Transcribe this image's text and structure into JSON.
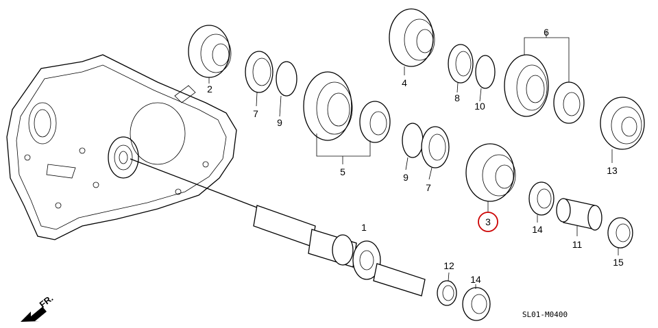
{
  "diagram": {
    "parts": [
      {
        "id": "label-1",
        "text": "1"
      },
      {
        "id": "label-2",
        "text": "2"
      },
      {
        "id": "label-3",
        "text": "3",
        "highlight": true
      },
      {
        "id": "label-4",
        "text": "4"
      },
      {
        "id": "label-5",
        "text": "5"
      },
      {
        "id": "label-6",
        "text": "6"
      },
      {
        "id": "label-7a",
        "text": "7"
      },
      {
        "id": "label-7b",
        "text": "7"
      },
      {
        "id": "label-8",
        "text": "8"
      },
      {
        "id": "label-9a",
        "text": "9"
      },
      {
        "id": "label-9b",
        "text": "9"
      },
      {
        "id": "label-10",
        "text": "10"
      },
      {
        "id": "label-11",
        "text": "11"
      },
      {
        "id": "label-12",
        "text": "12"
      },
      {
        "id": "label-13",
        "text": "13"
      },
      {
        "id": "label-14a",
        "text": "14"
      },
      {
        "id": "label-14b",
        "text": "14"
      },
      {
        "id": "label-15",
        "text": "15"
      }
    ],
    "direction_label": "FR.",
    "diagram_code": "SL01-M0400",
    "colors": {
      "line": "#000000",
      "highlight": "#cc0000",
      "background": "#ffffff"
    }
  }
}
